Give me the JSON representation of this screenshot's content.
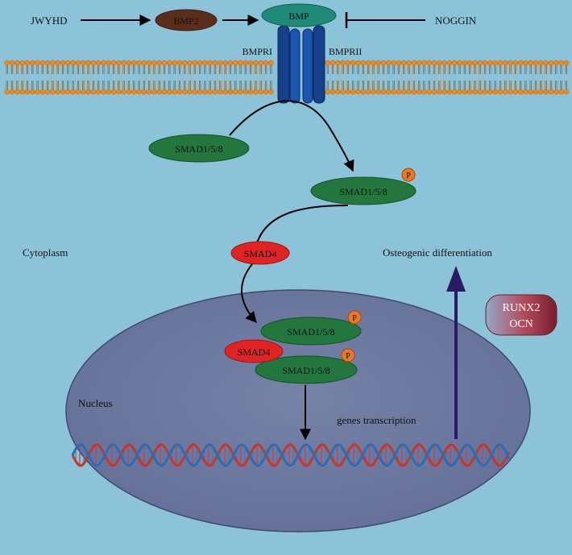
{
  "labels": {
    "jwyhd": "JWYHD",
    "bmp2": "BMP2",
    "bmp": "BMP",
    "noggin": "NOGGIN",
    "bmpri": "BMPRI",
    "bmprii": "BMPRII",
    "smad158_free": "SMAD1/5/8",
    "smad158_phos": "SMAD1/5/8",
    "phospho": "P",
    "smad4_cyto": "SMAD4",
    "cytoplasm": "Cytoplasm",
    "osteogenic": "Osteogenic differentiation",
    "runx2": "RUNX2",
    "ocn": "OCN",
    "nucleus": "Nucleus",
    "smad158_nuc_top": "SMAD1/5/8",
    "smad4_nuc": "SMAD4",
    "smad158_nuc_bottom": "SMAD1/5/8",
    "genes_transcription": "genes transcription"
  },
  "colors": {
    "background": "#8cc3d8",
    "nucleus": "#6e7aa0",
    "smad_green": "#23773e",
    "smad4_red": "#e02424",
    "bmp2_brown": "#5a2d1d",
    "bmp_teal": "#1f8a78",
    "receptor_blue": "#16408a",
    "phospho_orange": "#ee7722",
    "membrane_head": "#f08a1e",
    "up_arrow": "#2b1a66"
  }
}
